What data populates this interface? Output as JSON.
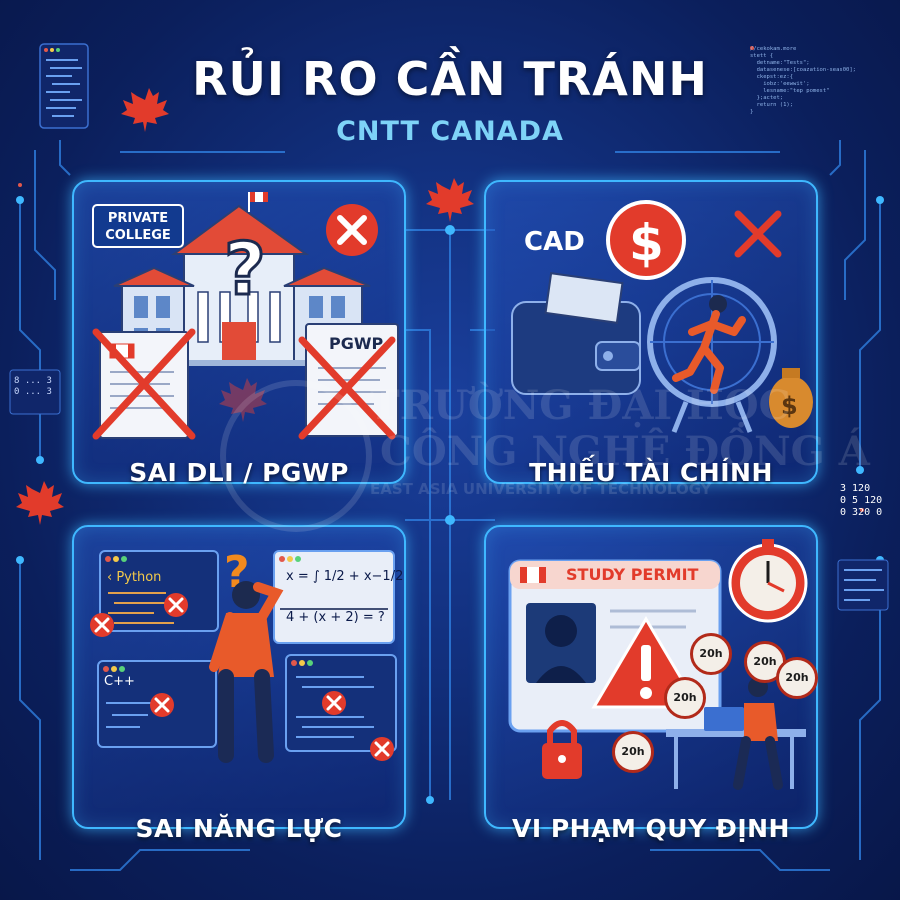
{
  "header": {
    "title": "RỦI RO CẦN TRÁNH",
    "subtitle": "CNTT CANADA"
  },
  "panels": [
    {
      "label": "SAI DLI / PGWP",
      "tag": "PRIVATE COLLEGE",
      "doc_text": "PGWP"
    },
    {
      "label": "THIẾU TÀI CHÍNH",
      "currency": "CAD",
      "symbol": "$"
    },
    {
      "label": "SAI NĂNG LỰC",
      "lang1": "‹ Python",
      "lang2": "C++",
      "math1": "x = ∫ 1/2 + x−1/2",
      "math2": "4 + (x + 2) = ?"
    },
    {
      "label": "VI PHẠM QUY ĐỊNH",
      "permit": "STUDY PERMIT",
      "hours": "20h"
    }
  ],
  "decor": {
    "nums_left": "8 ... 3\n0 ... 3",
    "nums_right": "3 120\n0 5 120\n0 320 0",
    "code_snippet": "//cekokam.more\nstett {\n  detname:\"Tests\";\n  datasenese:[coazation-seas00];\n  ckepst:ez:{\n    iobz:'eewwit';\n    lesname:\"tep pomest\"\n  };actet;\n  return (1);\n}"
  },
  "watermark": {
    "line1": "TRƯỜNG ĐẠI HỌC",
    "line2": "CÔNG NGHỆ ĐÔNG Á",
    "line3": "EAST ASIA UNIVERSITY OF TECHNOLOGY"
  },
  "colors": {
    "background": "#12307e",
    "panel_border": "#3fb8ff",
    "accent_red": "#e23b2b",
    "subtitle": "#7ed3f7"
  }
}
